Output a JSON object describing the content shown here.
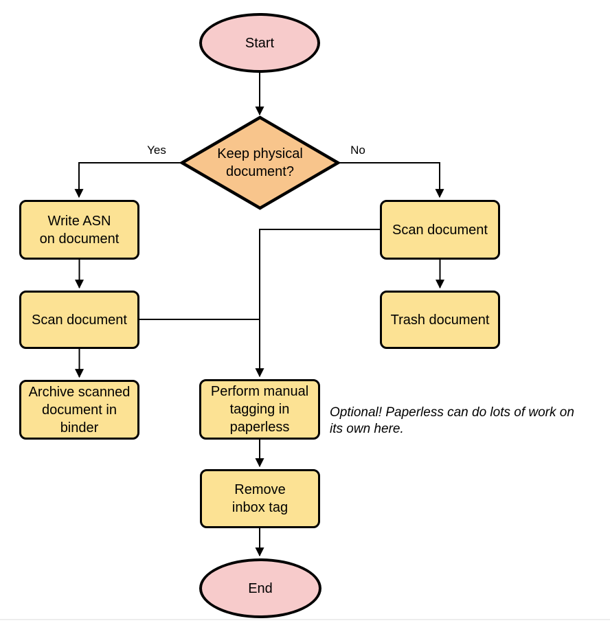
{
  "colors": {
    "background": "#ffffff",
    "line": "#000000",
    "text": "#000000",
    "terminal_fill": "#f7cbcb",
    "decision_fill": "#f8c58c",
    "process_fill": "#fce294",
    "bottom_rule": "#ededed"
  },
  "nodes": {
    "start": {
      "type": "terminal",
      "label": "Start"
    },
    "decision": {
      "type": "decision",
      "label": "Keep physical\ndocument?"
    },
    "write_asn": {
      "type": "process",
      "label": "Write ASN\non document"
    },
    "scan_left": {
      "type": "process",
      "label": "Scan document"
    },
    "archive": {
      "type": "process",
      "label": "Archive scanned\ndocument in\nbinder"
    },
    "scan_right": {
      "type": "process",
      "label": "Scan document"
    },
    "trash": {
      "type": "process",
      "label": "Trash document"
    },
    "tagging": {
      "type": "process",
      "label": "Perform manual\ntagging in\npaperless"
    },
    "remove_tag": {
      "type": "process",
      "label": "Remove\ninbox tag"
    },
    "end": {
      "type": "terminal",
      "label": "End"
    }
  },
  "edge_labels": {
    "yes": "Yes",
    "no": "No"
  },
  "annotation": {
    "line1": "Optional! Paperless can do lots of work on",
    "line2": "its own here."
  }
}
